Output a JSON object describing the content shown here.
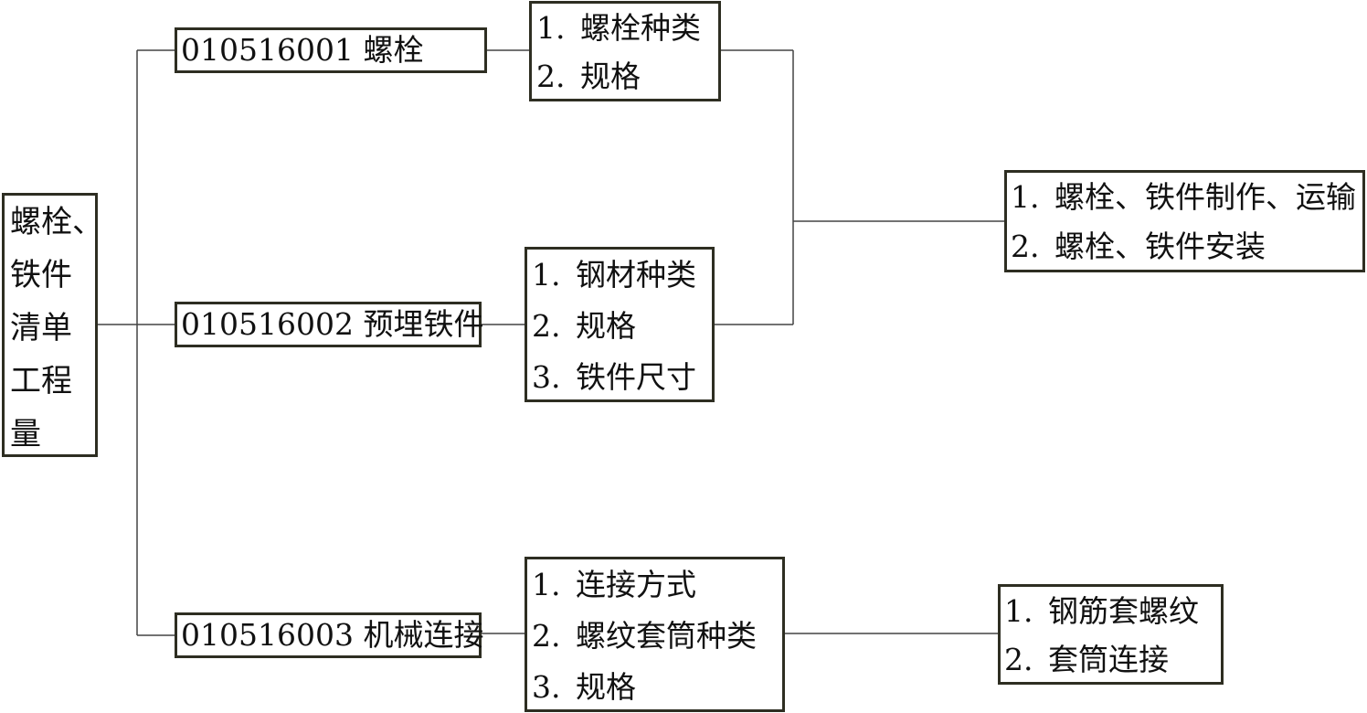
{
  "root": {
    "lines": [
      "螺栓、",
      "铁件",
      "清单",
      "工程",
      "量"
    ]
  },
  "items": [
    {
      "code": "010516001 螺栓",
      "features": [
        {
          "num": "1.",
          "text": "螺栓种类"
        },
        {
          "num": "2.",
          "text": "规格"
        }
      ]
    },
    {
      "code": "010516002 预埋铁件",
      "features": [
        {
          "num": "1.",
          "text": "钢材种类"
        },
        {
          "num": "2.",
          "text": "规格"
        },
        {
          "num": "3.",
          "text": "铁件尺寸"
        }
      ]
    },
    {
      "code": "010516003 机械连接",
      "features": [
        {
          "num": "1.",
          "text": "连接方式"
        },
        {
          "num": "2.",
          "text": "螺纹套筒种类"
        },
        {
          "num": "3.",
          "text": "规格"
        }
      ]
    }
  ],
  "work_contents": [
    {
      "lines": [
        {
          "num": "1.",
          "text": "螺栓、铁件制作、运输"
        },
        {
          "num": "2.",
          "text": "螺栓、铁件安装"
        }
      ]
    },
    {
      "lines": [
        {
          "num": "1.",
          "text": "钢筋套螺纹"
        },
        {
          "num": "2.",
          "text": "套筒连接"
        }
      ]
    }
  ],
  "colors": {
    "box_border": "#2e2e22",
    "connector": "#444444",
    "text": "#111111"
  }
}
